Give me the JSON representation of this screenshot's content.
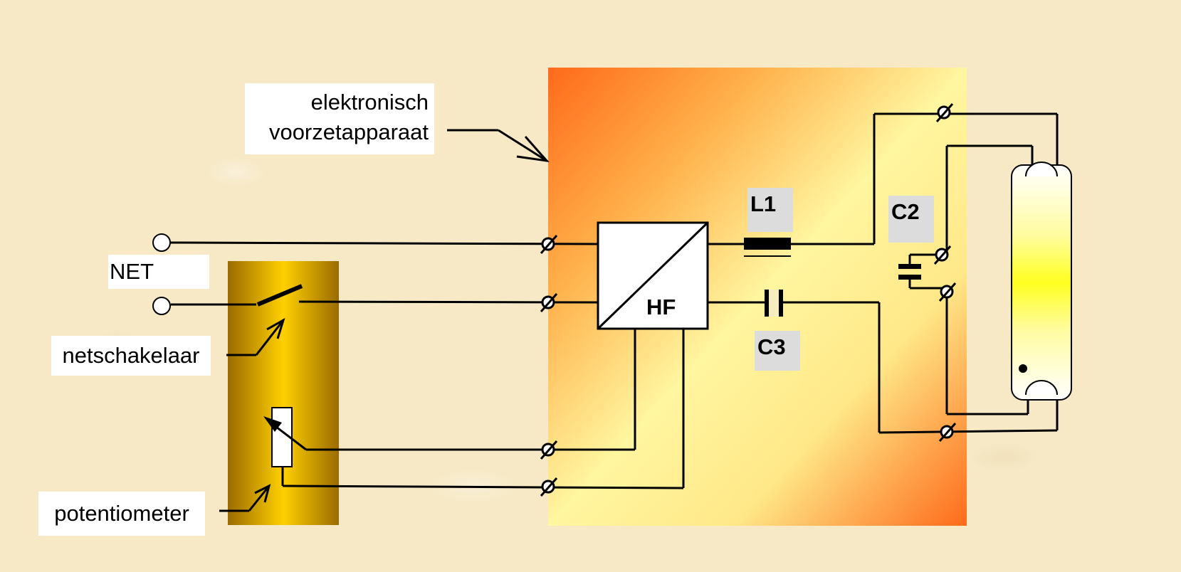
{
  "labels": {
    "ballast": [
      "elektronisch",
      "voorzetapparaat"
    ],
    "net": "NET",
    "switch": "netschakelaar",
    "potentiometer": "potentiometer",
    "converter": "HF",
    "inductor": "L1",
    "capacitor_c2": "C2",
    "capacitor_c3": "C3"
  },
  "colors": {
    "wire": "#000000",
    "ballast_gradient": [
      "#ff6a1a",
      "#ffb347",
      "#fff59a",
      "#ffd36b",
      "#ff6a1a"
    ],
    "control_panel_gradient": [
      "#9a6b00",
      "#ffcc00",
      "#9a6b00"
    ],
    "lamp_glow": "#ffff33"
  }
}
